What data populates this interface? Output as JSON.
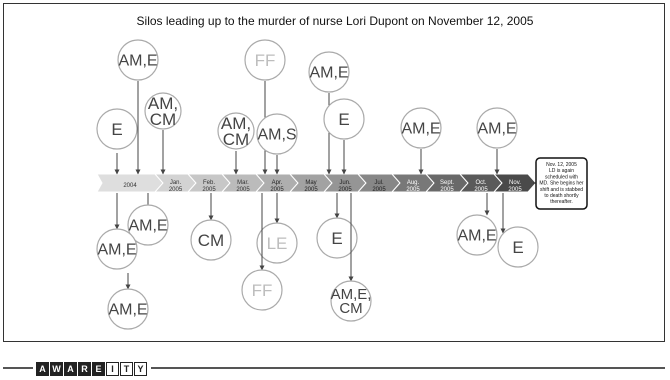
{
  "title": "Silos leading up to the murder of nurse Lori Dupont on November 12, 2005",
  "timeline": [
    {
      "line1": "2004",
      "line2": "",
      "fill": "#dedede",
      "text": "#333"
    },
    {
      "line1": "Jan.",
      "line2": "2005",
      "fill": "#d3d3d3",
      "text": "#333"
    },
    {
      "line1": "Feb.",
      "line2": "2005",
      "fill": "#c7c7c7",
      "text": "#333"
    },
    {
      "line1": "Mar.",
      "line2": "2005",
      "fill": "#bbbbbb",
      "text": "#333"
    },
    {
      "line1": "Apr.",
      "line2": "2005",
      "fill": "#aeaeae",
      "text": "#222"
    },
    {
      "line1": "May",
      "line2": "2005",
      "fill": "#a2a2a2",
      "text": "#222"
    },
    {
      "line1": "Jun.",
      "line2": "2005",
      "fill": "#959595",
      "text": "#222"
    },
    {
      "line1": "Jul.",
      "line2": "2005",
      "fill": "#878787",
      "text": "#222"
    },
    {
      "line1": "Aug.",
      "line2": "2005",
      "fill": "#787878",
      "text": "#fff"
    },
    {
      "line1": "Sept.",
      "line2": "2005",
      "fill": "#696969",
      "text": "#fff"
    },
    {
      "line1": "Oct.",
      "line2": "2005",
      "fill": "#5a5a5a",
      "text": "#fff"
    },
    {
      "line1": "Nov.",
      "line2": "2005",
      "fill": "#4a4a4a",
      "text": "#fff"
    }
  ],
  "final_event": [
    "Nov. 12, 2005",
    "LD is again",
    "scheduled with",
    "MD. She begins her",
    "shift and is stabbed",
    "to death shortly",
    "thereafter."
  ],
  "events": [
    {
      "label": [
        "E"
      ],
      "faded": false
    },
    {
      "label": [
        "AM,E"
      ],
      "faded": false
    },
    {
      "label": [
        "AM,",
        "CM"
      ],
      "faded": false
    },
    {
      "label": [
        "AM,E"
      ],
      "faded": false
    },
    {
      "label": [
        "AM,E"
      ],
      "faded": false
    },
    {
      "label": [
        "AM,E"
      ],
      "faded": false
    },
    {
      "label": [
        "CM"
      ],
      "faded": false
    },
    {
      "label": [
        "FF"
      ],
      "faded": true
    },
    {
      "label": [
        "AM,",
        "CM"
      ],
      "faded": false
    },
    {
      "label": [
        "AM,S"
      ],
      "faded": false
    },
    {
      "label": [
        "LE"
      ],
      "faded": true
    },
    {
      "label": [
        "FF"
      ],
      "faded": true
    },
    {
      "label": [
        "AM,E"
      ],
      "faded": false
    },
    {
      "label": [
        "E"
      ],
      "faded": false
    },
    {
      "label": [
        "E"
      ],
      "faded": false
    },
    {
      "label": [
        "AM,E,",
        "CM"
      ],
      "faded": false
    },
    {
      "label": [
        "AM,E"
      ],
      "faded": false
    },
    {
      "label": [
        "AM,E"
      ],
      "faded": false
    },
    {
      "label": [
        "AM,E"
      ],
      "faded": false
    },
    {
      "label": [
        "E"
      ],
      "faded": false
    }
  ],
  "brand": {
    "dark": [
      "A",
      "W",
      "A",
      "R",
      "E"
    ],
    "light": [
      "I",
      "T",
      "Y"
    ]
  }
}
